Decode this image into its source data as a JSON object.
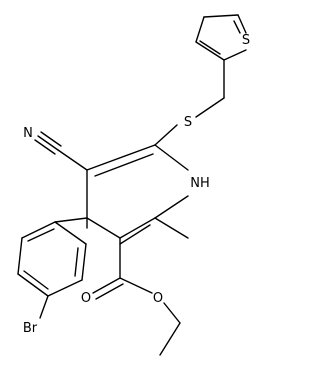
{
  "structure": {
    "atoms": {
      "sulfur_thiophene": "S",
      "sulfur_thioether": "S",
      "nitrogen_nitrile": "N",
      "nh_group": "NH",
      "bromine": "Br",
      "oxygen_carbonyl": "O",
      "oxygen_ester": "O"
    }
  }
}
